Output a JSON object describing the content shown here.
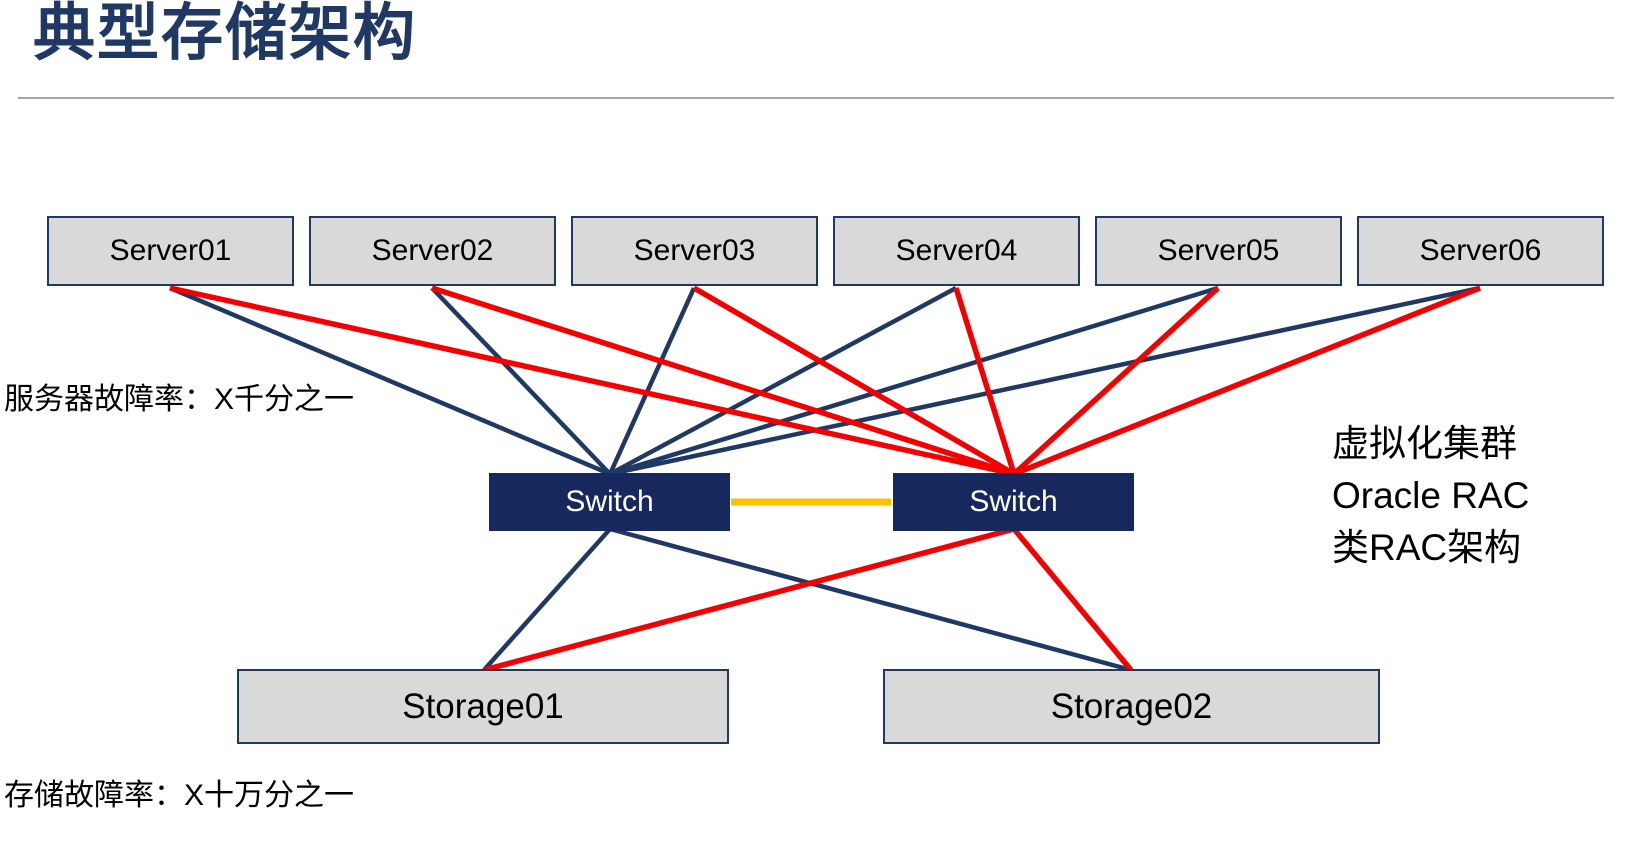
{
  "title": "典型存储架构",
  "colors": {
    "navy": "#1F3864",
    "switch_fill": "#17285E",
    "red": "#F40000",
    "orange": "#FFC000",
    "box_fill": "#D9D9D9",
    "divider": "#A6A6A6"
  },
  "nodes": {
    "servers": [
      {
        "label": "Server01"
      },
      {
        "label": "Server02"
      },
      {
        "label": "Server03"
      },
      {
        "label": "Server04"
      },
      {
        "label": "Server05"
      },
      {
        "label": "Server06"
      }
    ],
    "switches": [
      {
        "label": "Switch"
      },
      {
        "label": "Switch"
      }
    ],
    "storages": [
      {
        "label": "Storage01"
      },
      {
        "label": "Storage02"
      }
    ]
  },
  "annotations": {
    "server_failure_rate": "服务器故障率：X千分之一",
    "storage_failure_rate": "存储故障率：X十万分之一",
    "cluster_note_line1": "虚拟化集群",
    "cluster_note_line2": "Oracle RAC",
    "cluster_note_line3": "类RAC架构"
  },
  "links": [
    {
      "from": "Server01",
      "to": "Switch-left",
      "color": "navy"
    },
    {
      "from": "Server02",
      "to": "Switch-left",
      "color": "navy"
    },
    {
      "from": "Server03",
      "to": "Switch-left",
      "color": "navy"
    },
    {
      "from": "Server04",
      "to": "Switch-left",
      "color": "navy"
    },
    {
      "from": "Server05",
      "to": "Switch-left",
      "color": "navy"
    },
    {
      "from": "Server06",
      "to": "Switch-left",
      "color": "navy"
    },
    {
      "from": "Server01",
      "to": "Switch-right",
      "color": "red"
    },
    {
      "from": "Server02",
      "to": "Switch-right",
      "color": "red"
    },
    {
      "from": "Server03",
      "to": "Switch-right",
      "color": "red"
    },
    {
      "from": "Server04",
      "to": "Switch-right",
      "color": "red"
    },
    {
      "from": "Server05",
      "to": "Switch-right",
      "color": "red"
    },
    {
      "from": "Server06",
      "to": "Switch-right",
      "color": "red"
    },
    {
      "from": "Switch-left",
      "to": "Storage01",
      "color": "navy"
    },
    {
      "from": "Switch-left",
      "to": "Storage02",
      "color": "navy"
    },
    {
      "from": "Switch-right",
      "to": "Storage01",
      "color": "red"
    },
    {
      "from": "Switch-right",
      "to": "Storage02",
      "color": "red"
    },
    {
      "from": "Switch-left",
      "to": "Switch-right",
      "color": "orange"
    }
  ]
}
